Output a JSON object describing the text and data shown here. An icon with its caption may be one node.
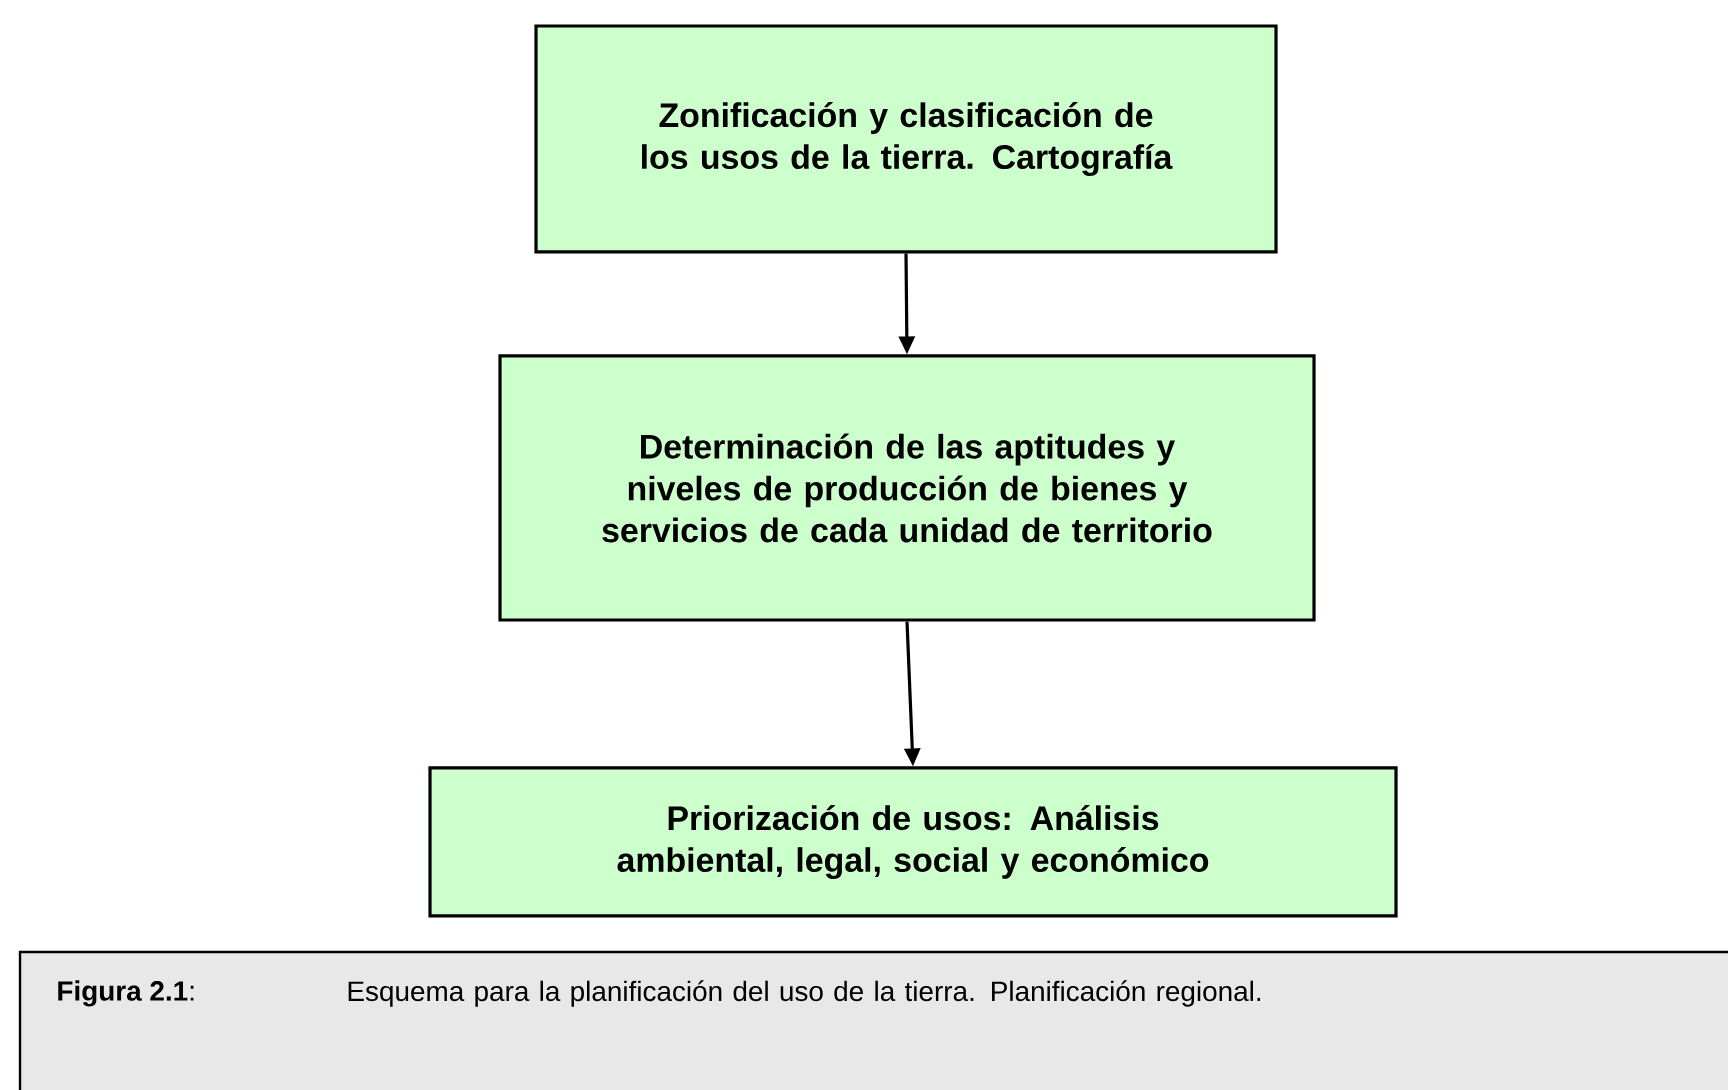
{
  "diagram": {
    "caption": "Esquema para la planificación del uso de la tierra. Planificación regional.",
    "nodes": [
      {
        "text": [
          "Zonificación y clasificación de los usos de la tierra. Cartografía"
        ]
      },
      {
        "text": [
          "Determinación de las aptitudes y niveles de producción de bienes y servicios de cada unidad de territorio"
        ]
      },
      {
        "text": [
          "Priorización de usos: Análisis ambiental, legal, social y económico"
        ]
      }
    ],
    "edges": [
      {
        "from": 0,
        "to": 1,
        "arrow": "to"
      },
      {
        "from": 1,
        "to": 2,
        "arrow": "to"
      }
    ],
    "labels": [
      "**Figura 2.1**:"
    ]
  }
}
